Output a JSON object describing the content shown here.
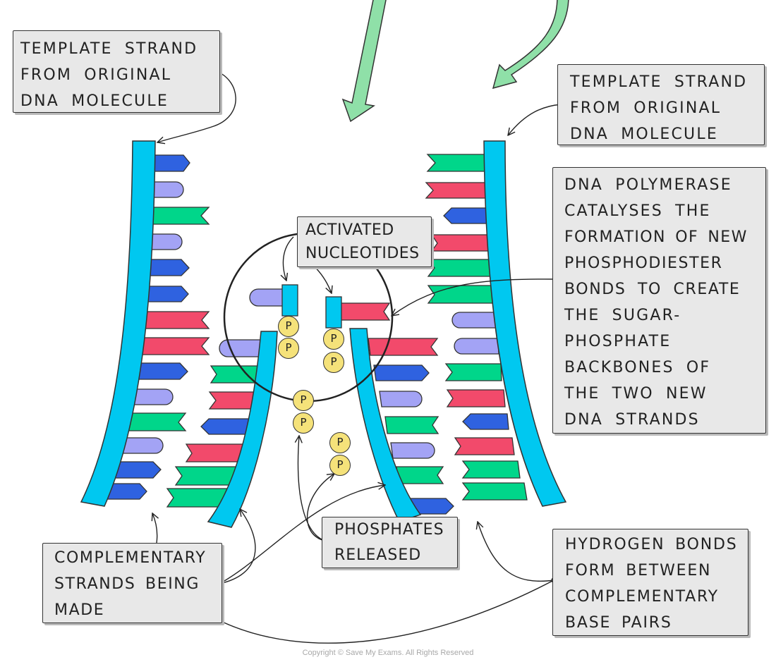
{
  "labels": {
    "template_left": [
      "TEMPLATE STRAND",
      "FROM ORIGINAL",
      "DNA MOLECULE"
    ],
    "template_right": [
      "TEMPLATE STRAND",
      "FROM ORIGINAL",
      "DNA MOLECULE"
    ],
    "activated": [
      "ACTIVATED",
      "NUCLEOTIDES"
    ],
    "polymerase": [
      "DNA POLYMERASE",
      "CATALYSES THE",
      "FORMATION OF NEW",
      "PHOSPHODIESTER",
      "BONDS TO CREATE",
      "THE SUGAR-",
      "PHOSPHATE",
      "BACKBONES OF",
      "THE TWO NEW",
      "DNA STRANDS"
    ],
    "phosphates": [
      "PHOSPHATES",
      "RELEASED"
    ],
    "complementary": [
      "COMPLEMENTARY",
      "STRANDS BEING",
      "MADE"
    ],
    "hydrogen": [
      "HYDROGEN BONDS",
      "FORM BETWEEN",
      "COMPLEMENTARY",
      "BASE PAIRS"
    ]
  },
  "phosphate_symbol": "P",
  "copyright": "Copyright © Save My Exams. All Rights Reserved",
  "colors": {
    "backbone": "#00c8f0",
    "base_blue": "#2f62e0",
    "base_lavender": "#a3a3f5",
    "base_green": "#00d68a",
    "base_red": "#f24a6b",
    "phosphate": "#f5e27a",
    "arrow": "#8fe0a8",
    "label_bg": "#e8e8e8"
  }
}
